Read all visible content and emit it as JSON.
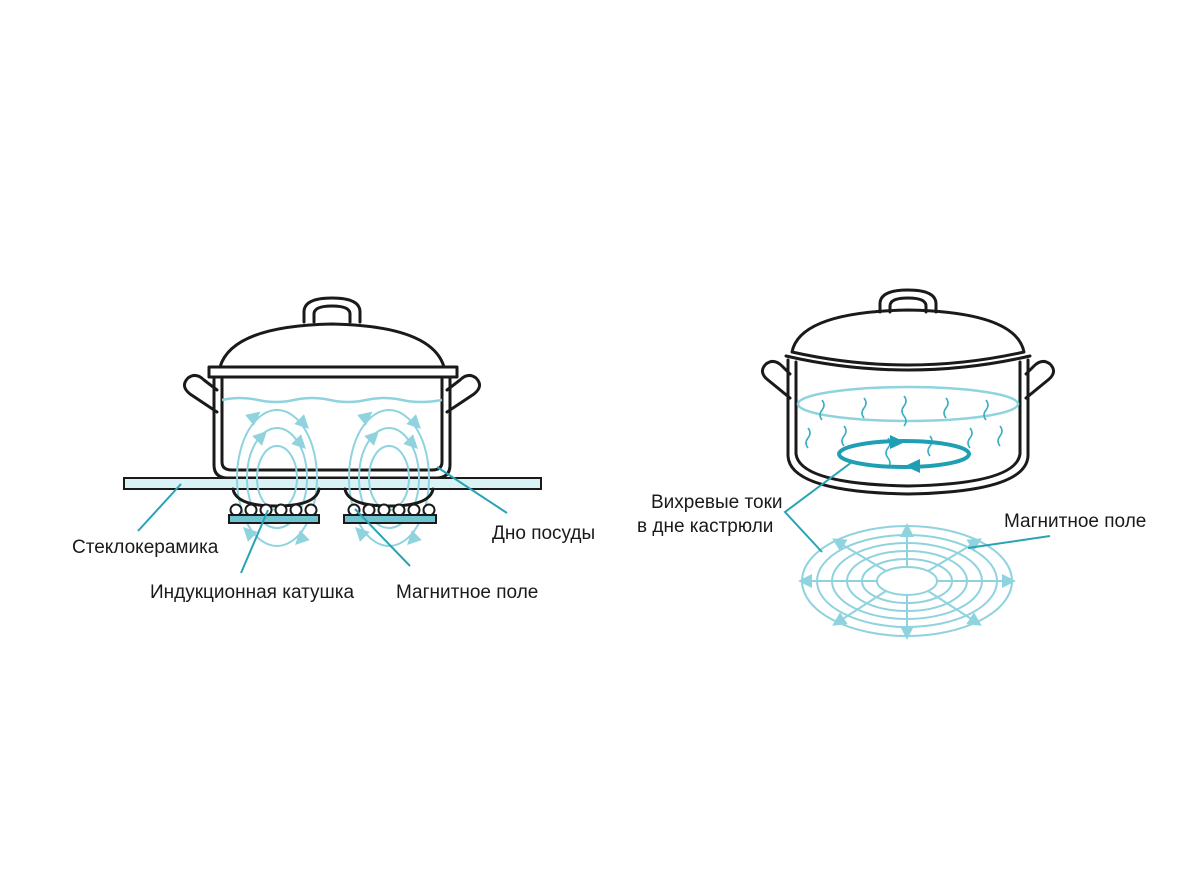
{
  "labels": {
    "glass_ceramic": "Стеклокерамика",
    "induction_coil": "Индукционная катушка",
    "magnetic_field_left": "Магнитное поле",
    "cookware_bottom": "Дно посуды",
    "eddy_line1": "Вихревые токи",
    "eddy_line2": "в дне кастрюли",
    "magnetic_field_right": "Магнитное поле"
  },
  "colors": {
    "outline": "#1a1a1a",
    "accent": "#2aa3b5",
    "field": "#8fd3de",
    "glass": "#d9f2f6",
    "coil_plate": "#6fc4d1"
  }
}
